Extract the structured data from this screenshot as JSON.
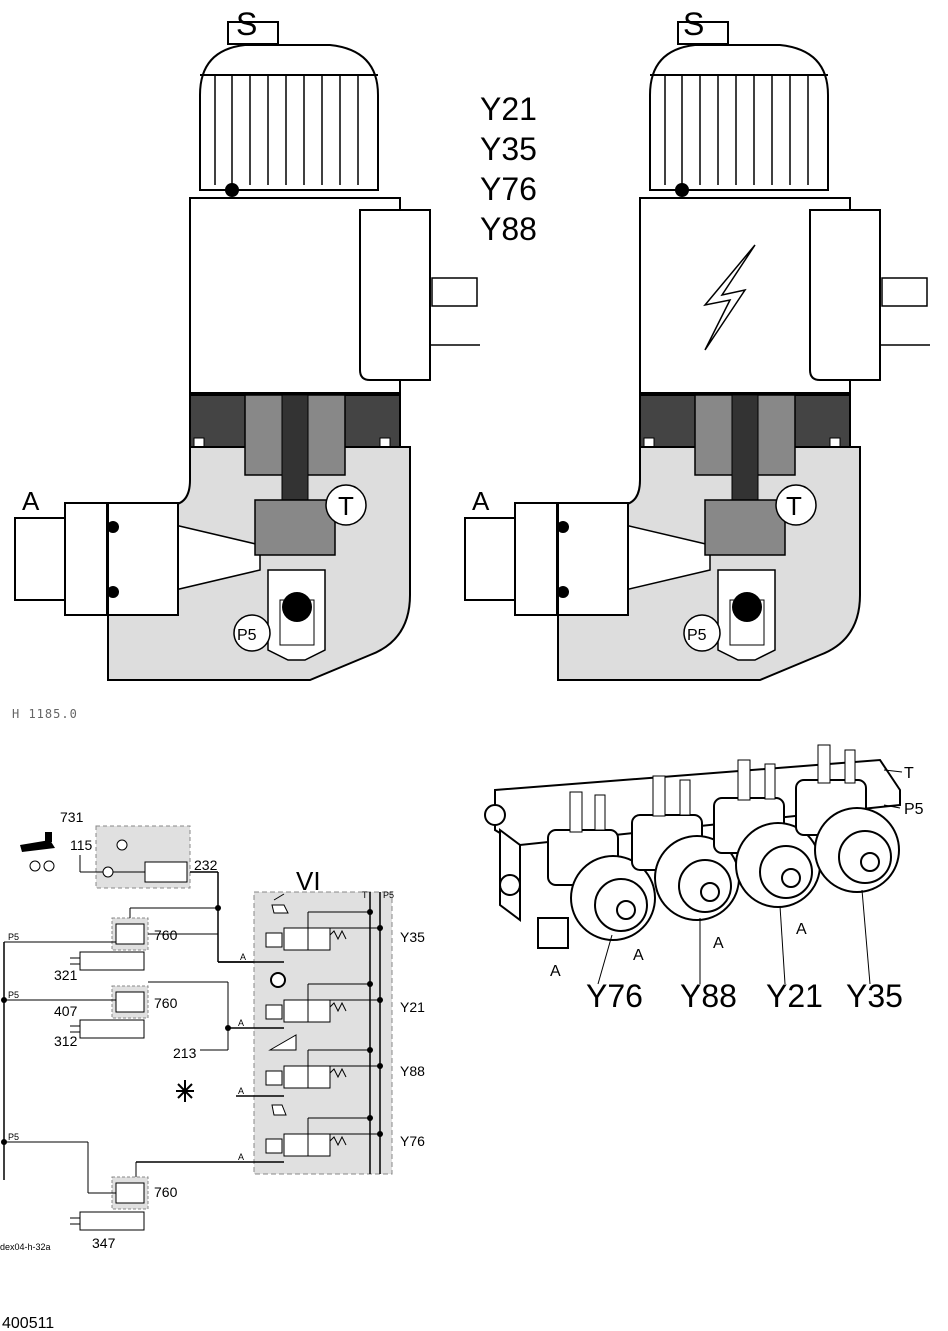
{
  "sectional_view": {
    "port_s": "S",
    "port_a": "A",
    "port_t": "T",
    "port_p5": "P5",
    "valve_ids": [
      "Y21",
      "Y35",
      "Y76",
      "Y88"
    ],
    "figure_code": "H 1185.0"
  },
  "hydraulic_schematic": {
    "block_label": "VI",
    "port_t": "T",
    "port_p5": "P5",
    "line_p5": "P5",
    "line_a": "A",
    "components": {
      "c731": "731",
      "c115": "115",
      "c232": "232",
      "c760": "760",
      "c321": "321",
      "c407": "407",
      "c312": "312",
      "c213": "213",
      "c347": "347"
    },
    "valves": [
      "Y35",
      "Y21",
      "Y88",
      "Y76"
    ],
    "drawing_code": "dex04-h-32a"
  },
  "block_view": {
    "port_t": "T",
    "port_p5": "P5",
    "port_a": "A",
    "valves": [
      "Y76",
      "Y88",
      "Y21",
      "Y35"
    ]
  },
  "page_number": "400511"
}
